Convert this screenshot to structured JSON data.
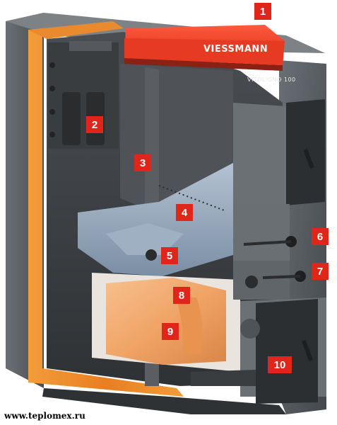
{
  "brand": "VIESSMANN",
  "model": "VITOLIGNO 100",
  "website": "www.teplomex.ru",
  "markers": [
    "1",
    "2",
    "3",
    "4",
    "5",
    "6",
    "7",
    "8",
    "9",
    "10"
  ],
  "colors": {
    "marker": "#e0261b",
    "steel": "#5c6166",
    "steel_dark": "#3a3d40",
    "insulation": "#e88a2a",
    "firebrick": "#f2a56a",
    "top_cover": "#e8321e",
    "ash_blue": "#8fa3b8"
  }
}
